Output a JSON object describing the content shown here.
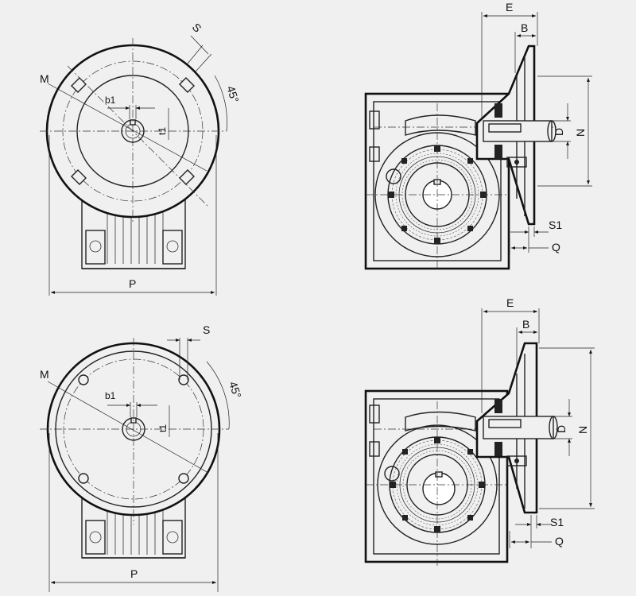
{
  "labels": {
    "E": "E",
    "B": "B",
    "D": "D",
    "N": "N",
    "S1": "S1",
    "Q": "Q",
    "S": "S",
    "M": "M",
    "b1": "b1",
    "t1": "t1",
    "P": "P",
    "angle": "45°"
  },
  "colors": {
    "background": "#f0f0f0",
    "line": "#111111"
  }
}
